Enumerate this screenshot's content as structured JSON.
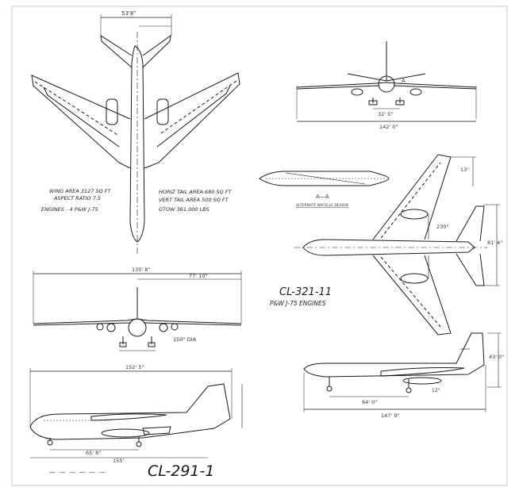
{
  "title_left": "CL-291-1",
  "title_right": "CL-321-11",
  "engines_right": "P&W J-75 ENGINES",
  "notes": {
    "wing_area": "WING AREA 3127 SQ FT",
    "aspect_ratio": "ASPECT RATIO 7.5",
    "engines": "ENGINES - 4 P&W J-75",
    "horiz_tail": "HORIZ TAIL AREA 680 SQ FT",
    "vert_tail": "VERT TAIL AREA 500 SQ FT",
    "gross_weight": "GTOW 361,000 LBS"
  },
  "nacelle_section": {
    "label": "A—A",
    "caption": "ALTERNATE NACELLE DESIGN"
  },
  "dimensions": {
    "top_span_tail": "53'8\"",
    "front_span": "135' 8\"",
    "front_half_span": "77' 10\"",
    "front_dihedral": "150° DIA",
    "side_length": "152' 5\"",
    "side_wheelbase": "65' 8\"",
    "side_station": "155'",
    "right_front_span": "142' 0\"",
    "right_front_gear": "32' 5\"",
    "right_front_a": "A",
    "right_side_length": "147' 9\"",
    "right_side_wheel": "64' 0\"",
    "right_side_height": "43' 0\"",
    "right_side_angle": "12°",
    "right_top_length": "230\"",
    "right_top_span": "81' 4\"",
    "right_top_tip": "13'"
  },
  "scale_bar": "— — — — — —"
}
